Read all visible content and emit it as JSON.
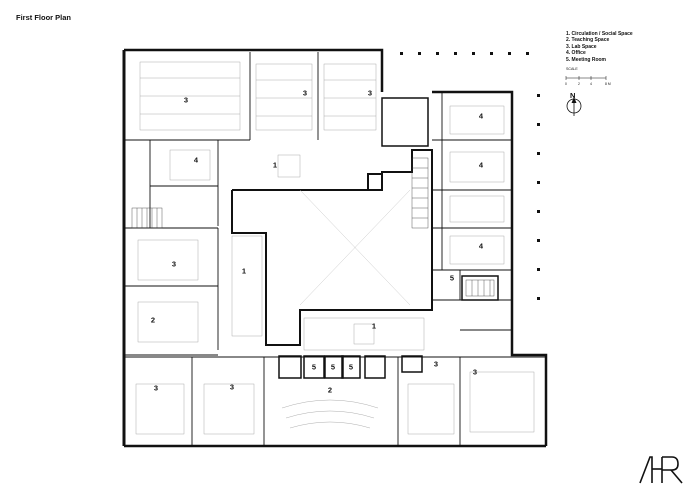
{
  "title": "First Floor Plan",
  "legend": [
    "1. Circulation / Social Space",
    "2. Teaching Space",
    "3. Lab Space",
    "4. Office",
    "5. Meeting Room"
  ],
  "scale": {
    "label": "SCALE",
    "ticks": [
      "0",
      "2",
      "4",
      "8 M"
    ]
  },
  "north": "N",
  "rooms": [
    {
      "id": "lab-nw",
      "label": "3"
    },
    {
      "id": "lab-n-mid",
      "label": "3"
    },
    {
      "id": "lab-n-east",
      "label": "3"
    },
    {
      "id": "office-ne-1",
      "label": "4"
    },
    {
      "id": "office-nw",
      "label": "4"
    },
    {
      "id": "circ-north",
      "label": "1"
    },
    {
      "id": "office-ne-2",
      "label": "4"
    },
    {
      "id": "office-ne-3",
      "label": "4"
    },
    {
      "id": "lab-west",
      "label": "3"
    },
    {
      "id": "circ-west",
      "label": "1"
    },
    {
      "id": "meeting-east",
      "label": "5"
    },
    {
      "id": "teach-west",
      "label": "2"
    },
    {
      "id": "circ-south",
      "label": "1"
    },
    {
      "id": "lab-sw-1",
      "label": "3"
    },
    {
      "id": "lab-sw-2",
      "label": "3"
    },
    {
      "id": "meeting-s-1",
      "label": "5"
    },
    {
      "id": "meeting-s-2",
      "label": "5"
    },
    {
      "id": "meeting-s-3",
      "label": "5"
    },
    {
      "id": "lab-s-east-small",
      "label": "3"
    },
    {
      "id": "lab-se",
      "label": "3"
    },
    {
      "id": "teach-south",
      "label": "2"
    }
  ]
}
